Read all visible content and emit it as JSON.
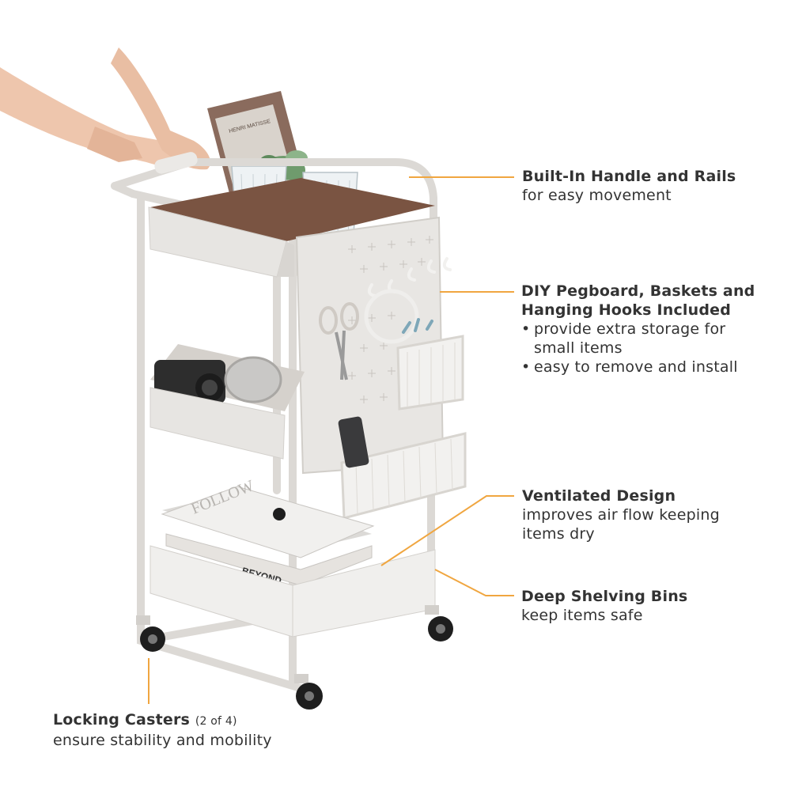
{
  "colors": {
    "leader_line": "#f0a640",
    "cart": "#e9e7e4",
    "text": "#333333"
  },
  "callouts": {
    "handle": {
      "title": "Built-In Handle and Rails",
      "desc": "for easy movement"
    },
    "pegboard": {
      "title_line1": "DIY Pegboard, Baskets and",
      "title_line2": "Hanging Hooks Included",
      "bullets": [
        "provide extra storage for small items",
        "easy to remove and install"
      ]
    },
    "ventilated": {
      "title": "Ventilated Design",
      "desc_line1": "improves air flow keeping",
      "desc_line2": "items dry"
    },
    "bins": {
      "title": "Deep Shelving Bins",
      "desc": "keep items safe"
    },
    "casters": {
      "title": "Locking Casters",
      "note": "(2 of 4)",
      "desc": "ensure stability and mobility"
    }
  },
  "product_text": {
    "magazine_cover": "FOLLOW",
    "book_spine": "BEYOND",
    "book_top": "HENRI MATISSE"
  }
}
